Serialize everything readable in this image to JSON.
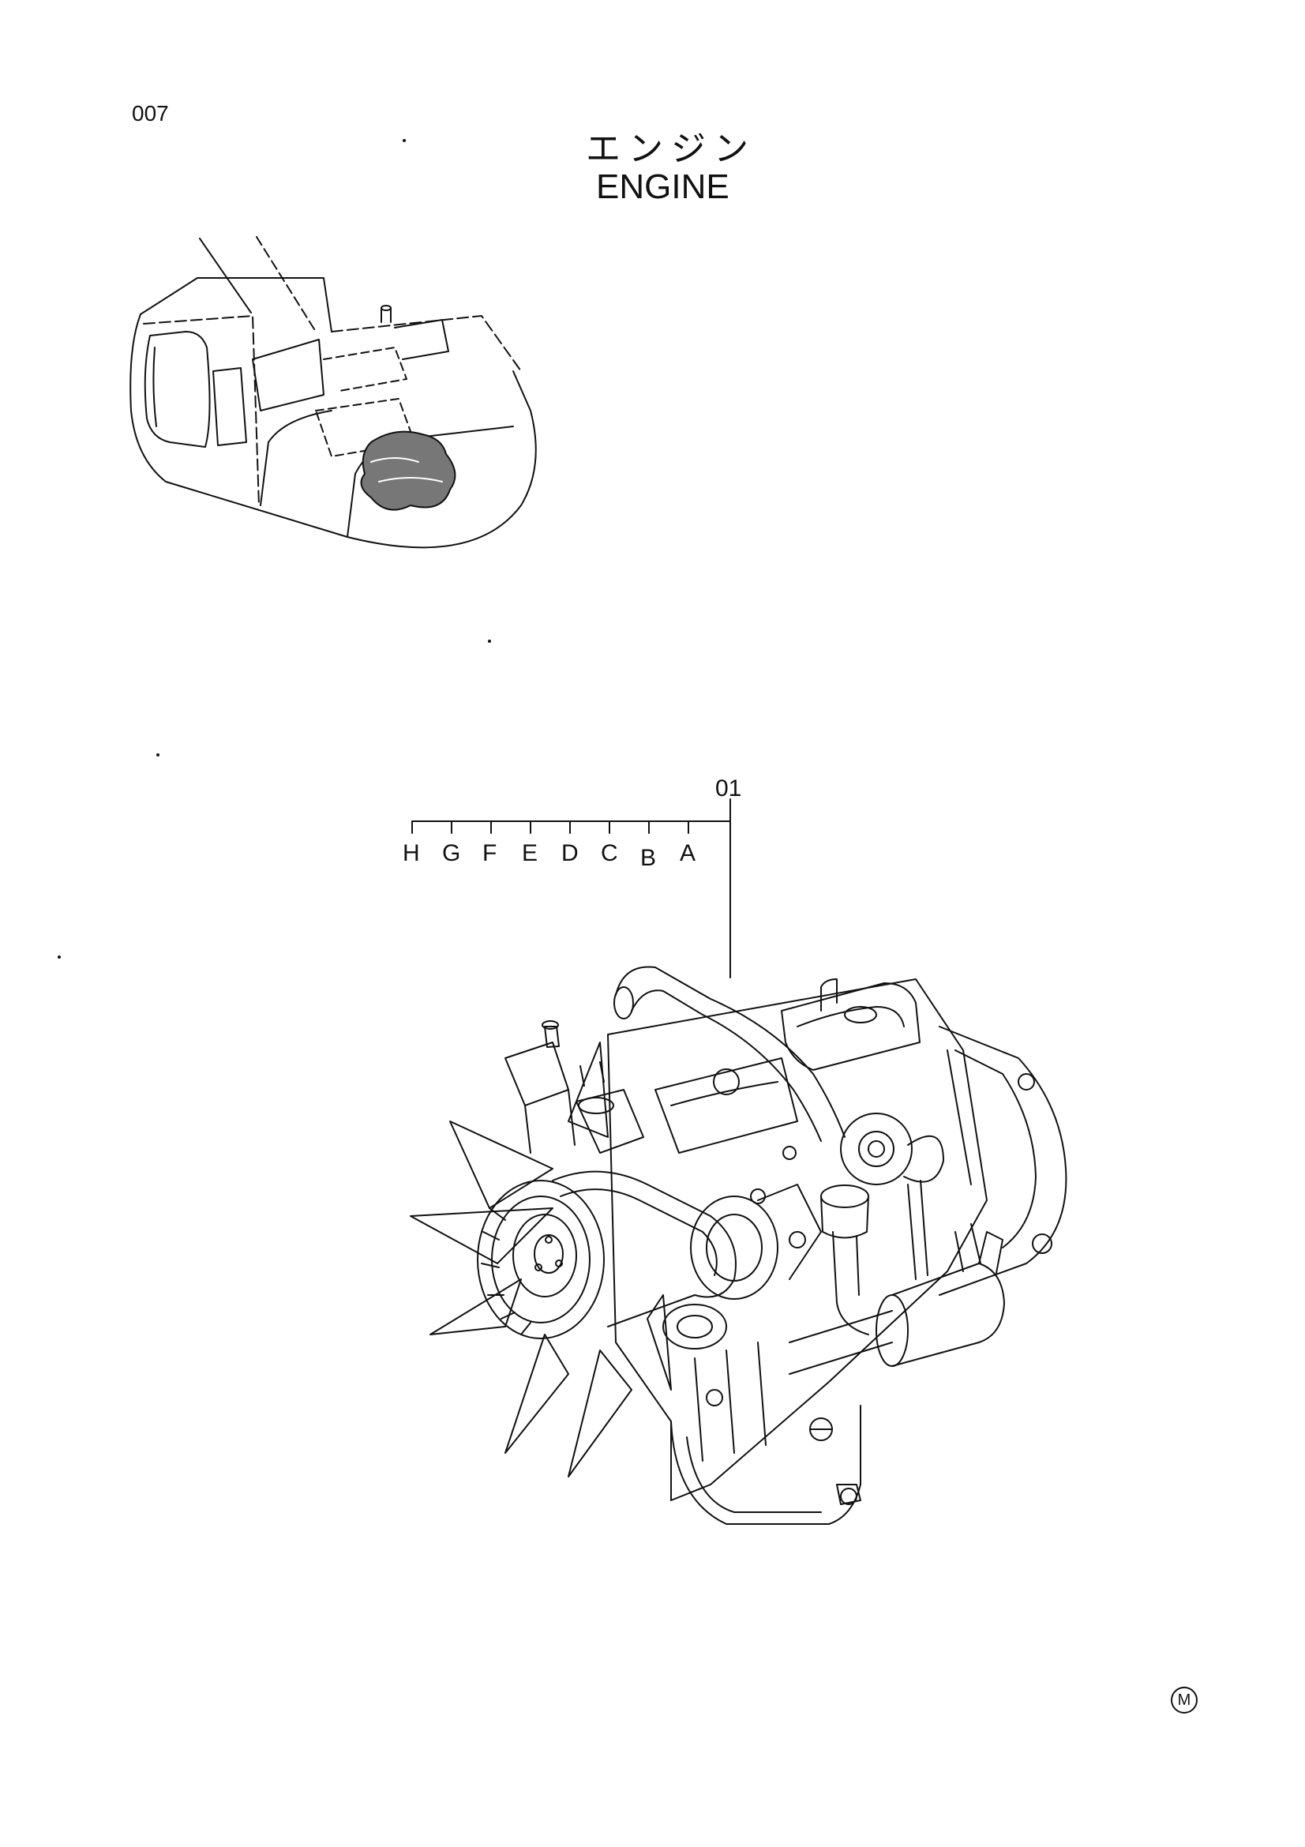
{
  "page": {
    "number": "007"
  },
  "title": {
    "japanese": "エンジン",
    "english": "ENGINE"
  },
  "callout": {
    "part_number": "01",
    "sub_letters": [
      "H",
      "G",
      "F",
      "E",
      "D",
      "C",
      "B",
      "A"
    ]
  },
  "footer": {
    "mark": "M"
  }
}
